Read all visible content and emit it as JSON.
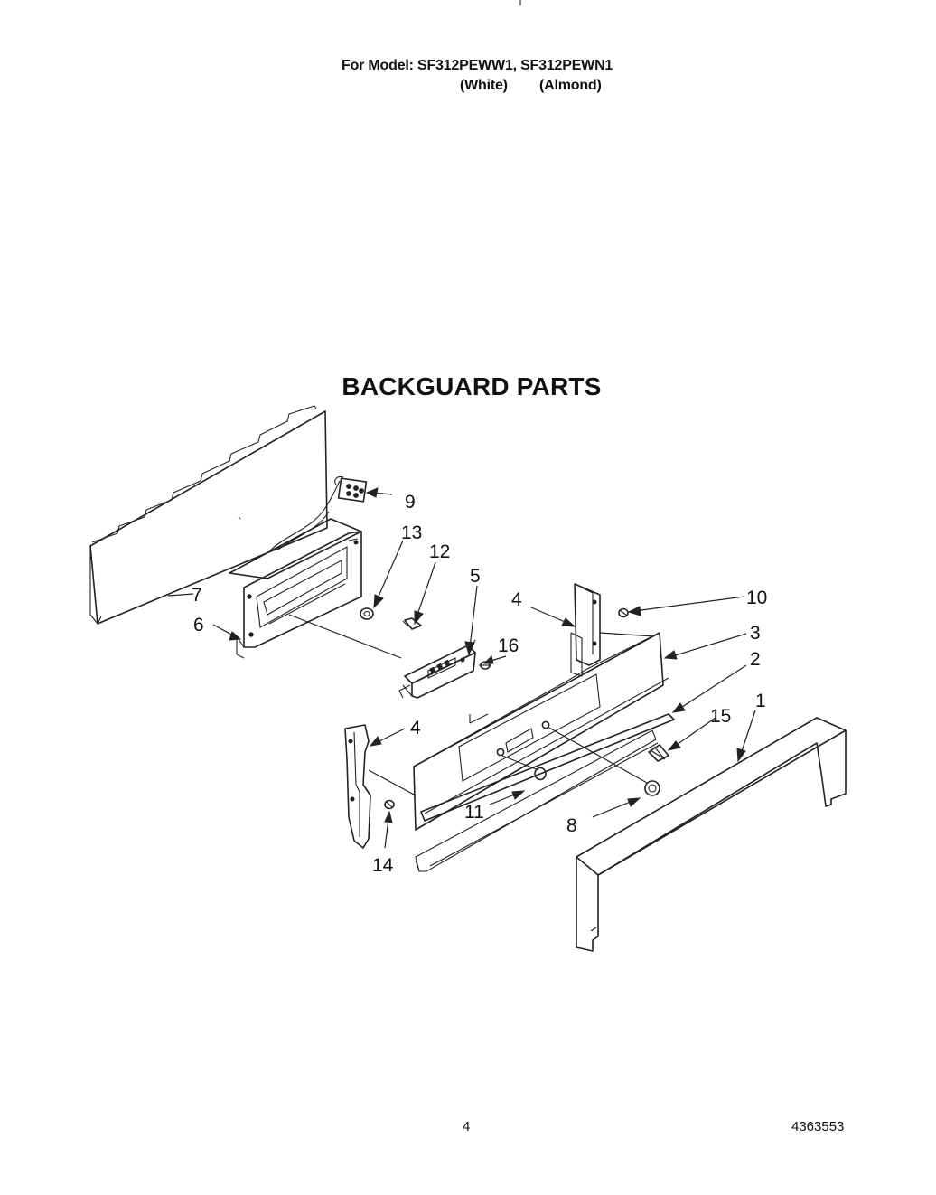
{
  "header": {
    "model_line": "For Model: SF312PEWW1, SF312PEWN1",
    "color_white": "(White)",
    "color_almond": "(Almond)"
  },
  "title": "BACKGUARD PARTS",
  "callouts": {
    "c1": "1",
    "c2": "2",
    "c3": "3",
    "c4a": "4",
    "c4b": "4",
    "c5": "5",
    "c6": "6",
    "c7": "7",
    "c8": "8",
    "c9": "9",
    "c10": "10",
    "c11": "11",
    "c12": "12",
    "c13": "13",
    "c14": "14",
    "c15": "15",
    "c16": "16"
  },
  "footer": {
    "page_number": "4",
    "document_number": "4363553"
  }
}
